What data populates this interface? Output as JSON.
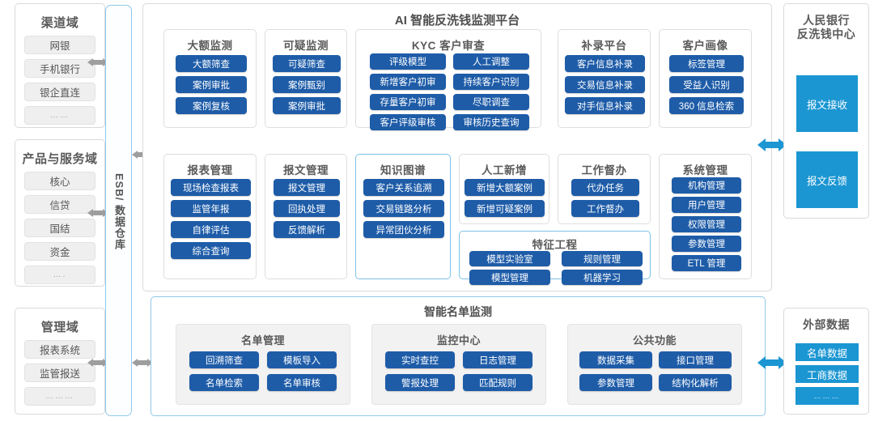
{
  "platform": {
    "title": "AI 智能反洗钱监测平台",
    "modules": [
      {
        "title": "大额监测",
        "items": [
          "大额筛查",
          "案例审批",
          "案例复核"
        ]
      },
      {
        "title": "可疑监测",
        "items": [
          "可疑筛查",
          "案例甄别",
          "案例审批"
        ]
      },
      {
        "title": "KYC 客户审查",
        "items": [
          "评级模型",
          "人工调整",
          "新增客户初审",
          "持续客户识别",
          "存量客户初审",
          "尽职调查",
          "客户评级审核",
          "审核历史查询"
        ]
      },
      {
        "title": "补录平台",
        "items": [
          "客户信息补录",
          "交易信息补录",
          "对手信息补录"
        ]
      },
      {
        "title": "客户画像",
        "items": [
          "标签管理",
          "受益人识别",
          "360 信息检索"
        ]
      },
      {
        "title": "报表管理",
        "items": [
          "现场检查报表",
          "监管年报",
          "自律评估",
          "综合查询"
        ]
      },
      {
        "title": "报文管理",
        "items": [
          "报文管理",
          "回执处理",
          "反馈解析"
        ]
      },
      {
        "title": "知识图谱",
        "items": [
          "客户关系追溯",
          "交易链路分析",
          "异常团伙分析"
        ]
      },
      {
        "title": "人工新增",
        "items": [
          "新增大额案例",
          "新增可疑案例"
        ]
      },
      {
        "title": "工作督办",
        "items": [
          "代办任务",
          "工作督办"
        ]
      },
      {
        "title": "特征工程",
        "items": [
          "模型实验室",
          "规则管理",
          "模型管理",
          "机器学习"
        ]
      },
      {
        "title": "系统管理",
        "items": [
          "机构管理",
          "用户管理",
          "权限管理",
          "参数管理",
          "ETL 管理"
        ]
      }
    ]
  },
  "esb": {
    "label": "ESB/ 数据仓库"
  },
  "left_domains": [
    {
      "title": "渠道域",
      "items": [
        "网银",
        "手机银行",
        "银企直连",
        "……"
      ]
    },
    {
      "title": "产品与服务域",
      "items": [
        "核心",
        "信贷",
        "国结",
        "资金",
        "…."
      ]
    },
    {
      "title": "管理域",
      "items": [
        "报表系统",
        "监管报送",
        "………"
      ]
    }
  ],
  "smart_list": {
    "title": "智能名单监测",
    "groups": [
      {
        "title": "名单管理",
        "items": [
          "回溯筛查",
          "模板导入",
          "名单检索",
          "名单审核"
        ]
      },
      {
        "title": "监控中心",
        "items": [
          "实时查控",
          "日志管理",
          "警报处理",
          "匹配规则"
        ]
      },
      {
        "title": "公共功能",
        "items": [
          "数据采集",
          "接口管理",
          "参数管理",
          "结构化解析"
        ]
      }
    ]
  },
  "right_panels": [
    {
      "title_line1": "人民银行",
      "title_line2": "反洗钱中心",
      "items": [
        "报文接收",
        "报文反馈"
      ]
    },
    {
      "title_line1": "外部数据",
      "title_line2": "",
      "items": [
        "名单数据",
        "工商数据",
        "………"
      ]
    }
  ],
  "colors": {
    "button_blue": "#1e5ca8",
    "cyan": "#1b96d2",
    "accent_border": "#7ec2e8",
    "grey_item": "#efefef",
    "arrow_grey": "#9e9e9e"
  },
  "icons": {
    "left_connector": "double-arrow-horizontal-icon",
    "right_connector": "double-arrow-blue-icon"
  }
}
